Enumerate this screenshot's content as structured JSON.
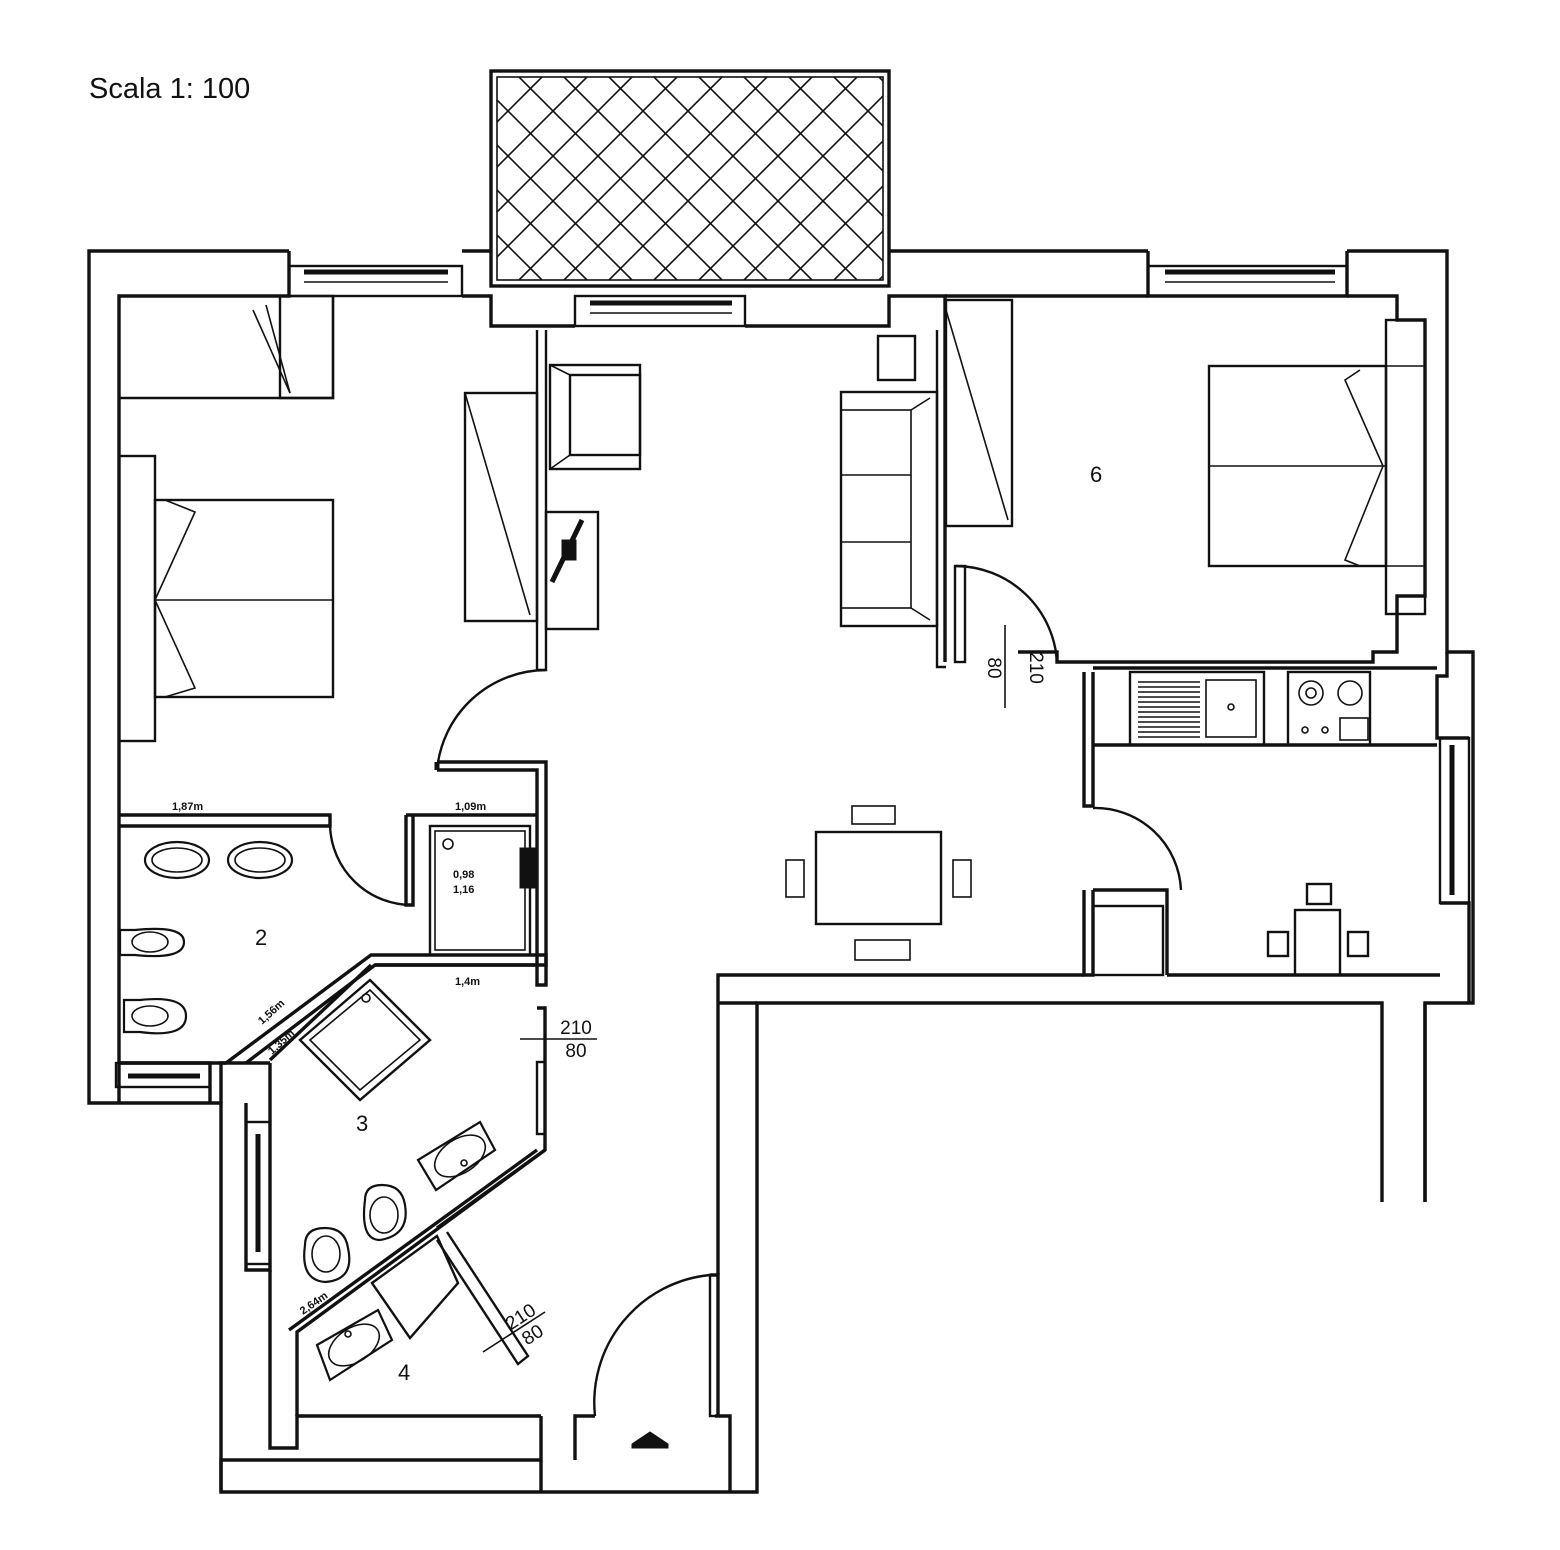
{
  "title": "Scala 1: 100",
  "rooms": {
    "r2": "2",
    "r3": "3",
    "r4": "4",
    "r6": "6"
  },
  "dimensions": {
    "bath_counter": "1,87m",
    "shower_width": "1,09m",
    "shower_area": "0,98",
    "shower_depth": "1,16",
    "bath_bottom": "1,4m",
    "bath3_diag": "1,56m",
    "bath3_small": "1,35m",
    "bath4_diag": "2,64m"
  },
  "doors": {
    "d1_h": "210",
    "d1_w": "80",
    "d2_h": "210",
    "d2_w": "80",
    "d3_h": "210",
    "d3_w": "80"
  }
}
